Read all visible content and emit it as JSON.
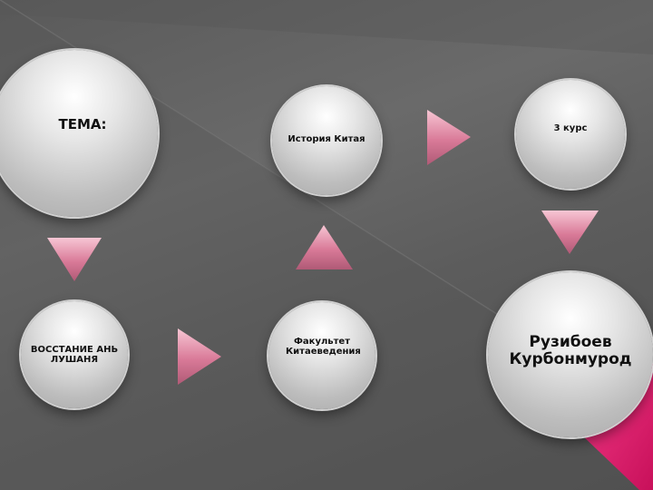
{
  "nodes": {
    "tema": "ТЕМА:",
    "history": "История Китая",
    "course": "3 курс",
    "uprising": "ВОССТАНИЕ АНЬ ЛУШАНЯ",
    "faculty": "Факультет Китаеведения",
    "author": "Рузибоев Курбонмурод"
  },
  "colors": {
    "arrow": "#d97a98",
    "accent": "#e0226e",
    "circle": "#e6e6e6"
  }
}
